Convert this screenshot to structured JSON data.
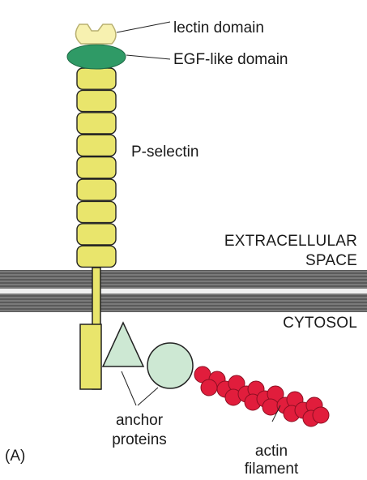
{
  "colors": {
    "background": "#ffffff",
    "lectin_fill": "#f7f1b0",
    "egf_fill": "#2f9a66",
    "selectin_fill": "#e9e56c",
    "membrane_dark": "#555555",
    "membrane_light": "#f0f0f0",
    "anchor_fill": "#cde8d3",
    "actin_fill": "#e11d3c",
    "outline": "#222222"
  },
  "labels": {
    "lectin": "lectin domain",
    "egf": "EGF-like domain",
    "selectin": "P-selectin",
    "extracellular_1": "EXTRACELLULAR",
    "extracellular_2": "SPACE",
    "cytosol": "CYTOSOL",
    "anchor_1": "anchor",
    "anchor_2": "proteins",
    "actin_1": "actin",
    "actin_2": "filament",
    "panel": "(A)"
  },
  "icons": {
    "lectin": "lectin-domain-shape",
    "egf": "egf-domain-shape",
    "anchor": "anchor-protein-shapes",
    "actin": "actin-bead-chain"
  }
}
